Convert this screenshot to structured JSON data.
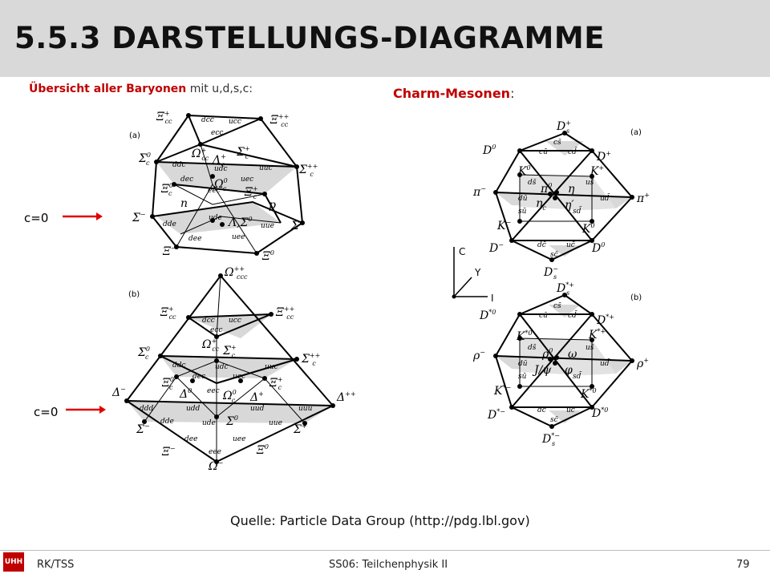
{
  "title": "5.5.3 DARSTELLUNGS-DIAGRAMME",
  "baryons": {
    "bold": "Übersicht aller Baryonen",
    "rest": " mit u,d,s,c:"
  },
  "mesons": {
    "bold": "Charm-Mesonen",
    "rest": ":"
  },
  "c_label": "c=0",
  "panel_a": "(a)",
  "panel_b": "(b)",
  "axis": {
    "c": "C",
    "y": "Y",
    "i": "I"
  },
  "source": "Quelle: Particle Data Group (http://pdg.lbl.gov)",
  "footer": {
    "logo": "UHH",
    "left": "RK/TSS",
    "center": "SS06: Teilchenphysik II",
    "page": "79"
  },
  "baryon_labels": {
    "dcc": "dcc",
    "ucc": "ucc",
    "ecc": "ecc",
    "ddc": "ddc",
    "udc": "udc",
    "uuc": "uuc",
    "dec": "dec",
    "uec": "uec",
    "eec": "eec",
    "dde": "dde",
    "ude": "ude",
    "uue": "uue",
    "dee": "dee",
    "uee": "uee",
    "ddd": "ddd",
    "udd": "udd",
    "uud": "uud",
    "uuu": "uuu",
    "eee": "eee"
  },
  "meson_labels": {
    "cs": "cs̄",
    "cu": "cū",
    "cd": "cd̄",
    "ds": "ds̄",
    "us": "us̄",
    "du": "dū",
    "ud": "ud̄",
    "su": "sū",
    "sd": "sd̄",
    "dc": "dc̄",
    "uc": "uc̄",
    "sc": "sc̄"
  }
}
